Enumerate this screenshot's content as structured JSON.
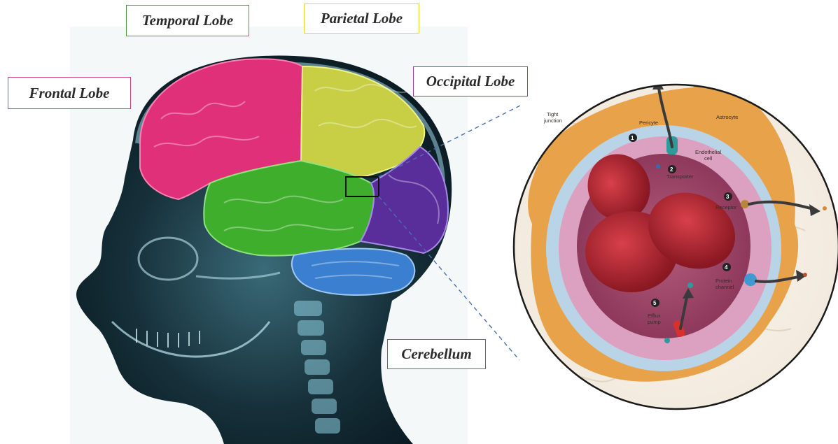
{
  "lobe_labels": {
    "temporal": "Temporal Lobe",
    "parietal": "Parietal Lobe",
    "frontal": "Frontal Lobe",
    "occipital": "Occipital Lobe",
    "cerebellum": "Cerebellum"
  },
  "colors": {
    "temporal_border": "#4a9b3c",
    "parietal_border": "#e8d92c",
    "frontal_border": "#d4407a",
    "occipital_border": "#9a3c9a",
    "cerebellum_border": "#4a6fb0",
    "frontal_lobe": "#e0307a",
    "parietal_lobe": "#c8cf45",
    "temporal_lobe": "#3fae2c",
    "occipital_lobe": "#5a2e9a",
    "cerebellum": "#3a7fd0",
    "skull": "#9fd6e8"
  },
  "inset": {
    "labels": {
      "tight_junction": "Tight junction",
      "pericyte": "Pericyte",
      "astrocyte": "Astrocyte",
      "endothelial_cell": "Endothelial cell",
      "transporter": "Transporter",
      "receptor": "Receptor",
      "protein_channel": "Protein channel",
      "efflux_pump": "Efflux pump"
    },
    "numbers": [
      "1",
      "2",
      "3",
      "4",
      "5"
    ]
  }
}
